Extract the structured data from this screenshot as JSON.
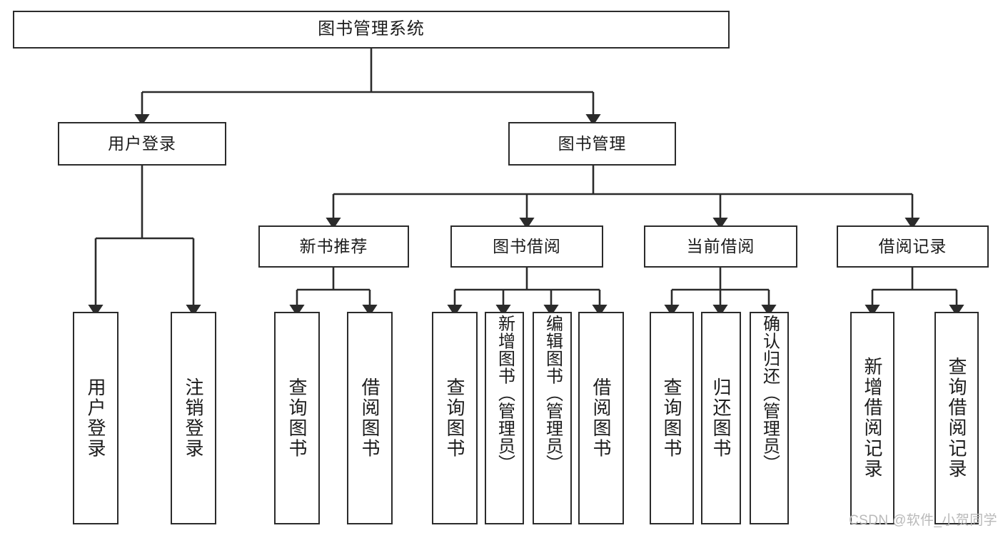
{
  "diagram": {
    "title": "图书管理系统",
    "type": "tree",
    "watermark": "CSDN @软件_小贺同学",
    "colors": {
      "stroke": "#2b2b2b",
      "fill": "#ffffff",
      "text": "#1c1c1c",
      "watermark": "#b9b9b9"
    },
    "nodes": {
      "root": {
        "label": "图书管理系统"
      },
      "level2": [
        {
          "id": "user-login",
          "label": "用户登录"
        },
        {
          "id": "book-manage",
          "label": "图书管理"
        }
      ],
      "level3": [
        {
          "id": "new-book-recommend",
          "label": "新书推荐"
        },
        {
          "id": "book-borrow",
          "label": "图书借阅"
        },
        {
          "id": "current-borrow",
          "label": "当前借阅"
        },
        {
          "id": "borrow-record",
          "label": "借阅记录"
        }
      ],
      "leaves": [
        {
          "id": "leaf-user-login",
          "label": "用户登录",
          "parent": "user-login"
        },
        {
          "id": "leaf-logout-login",
          "label": "注销登录",
          "parent": "user-login"
        },
        {
          "id": "leaf-query-book-1",
          "label": "查询图书",
          "parent": "new-book-recommend"
        },
        {
          "id": "leaf-borrow-book-1",
          "label": "借阅图书",
          "parent": "new-book-recommend"
        },
        {
          "id": "leaf-query-book-2",
          "label": "查询图书",
          "parent": "book-borrow"
        },
        {
          "id": "leaf-add-book",
          "label": "新增图书（管理员）",
          "parent": "book-borrow"
        },
        {
          "id": "leaf-edit-book",
          "label": "编辑图书（管理员）",
          "parent": "book-borrow"
        },
        {
          "id": "leaf-borrow-book-2",
          "label": "借阅图书",
          "parent": "book-borrow"
        },
        {
          "id": "leaf-query-book-3",
          "label": "查询图书",
          "parent": "current-borrow"
        },
        {
          "id": "leaf-return-book",
          "label": "归还图书",
          "parent": "current-borrow"
        },
        {
          "id": "leaf-confirm-return",
          "label": "确认归还（管理员）",
          "parent": "current-borrow"
        },
        {
          "id": "leaf-add-record",
          "label": "新增借阅记录",
          "parent": "borrow-record"
        },
        {
          "id": "leaf-query-record",
          "label": "查询借阅记录",
          "parent": "borrow-record"
        }
      ]
    }
  }
}
